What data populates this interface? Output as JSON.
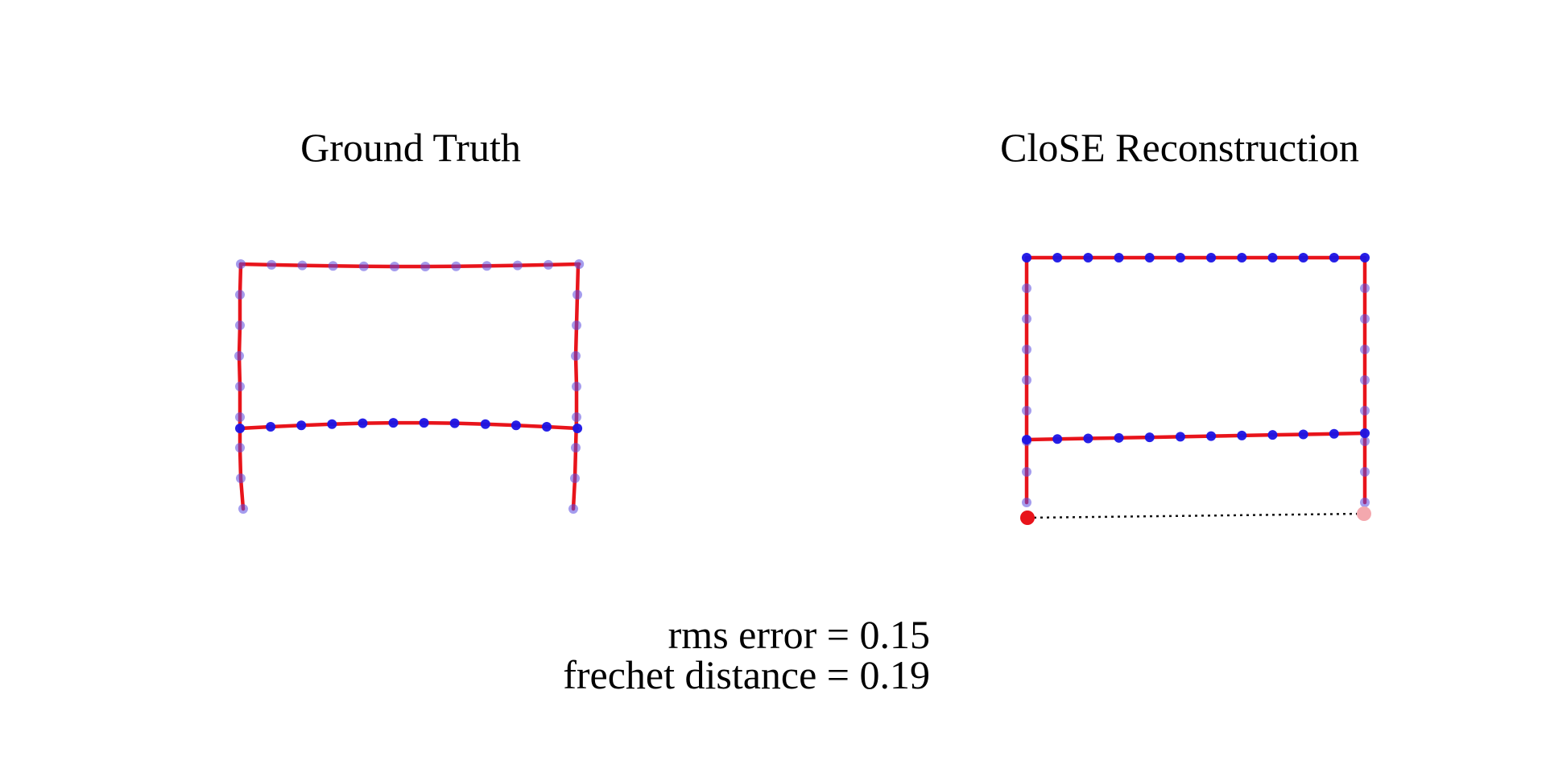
{
  "panels": [
    {
      "id": "ground-truth",
      "title": "Ground Truth"
    },
    {
      "id": "close-reconstruction",
      "title": "CloSE Reconstruction"
    }
  ],
  "metrics": {
    "rms": "rms error = 0.15",
    "frechet": "frechet distance = 0.19"
  },
  "colors": {
    "stroke": "#e8141b",
    "point_faint": "#5a4ae0",
    "point_solid": "#1a14e6",
    "start_marker": "#e8141b",
    "end_marker": "#f4a8ae",
    "gap_line": "#111111"
  }
}
